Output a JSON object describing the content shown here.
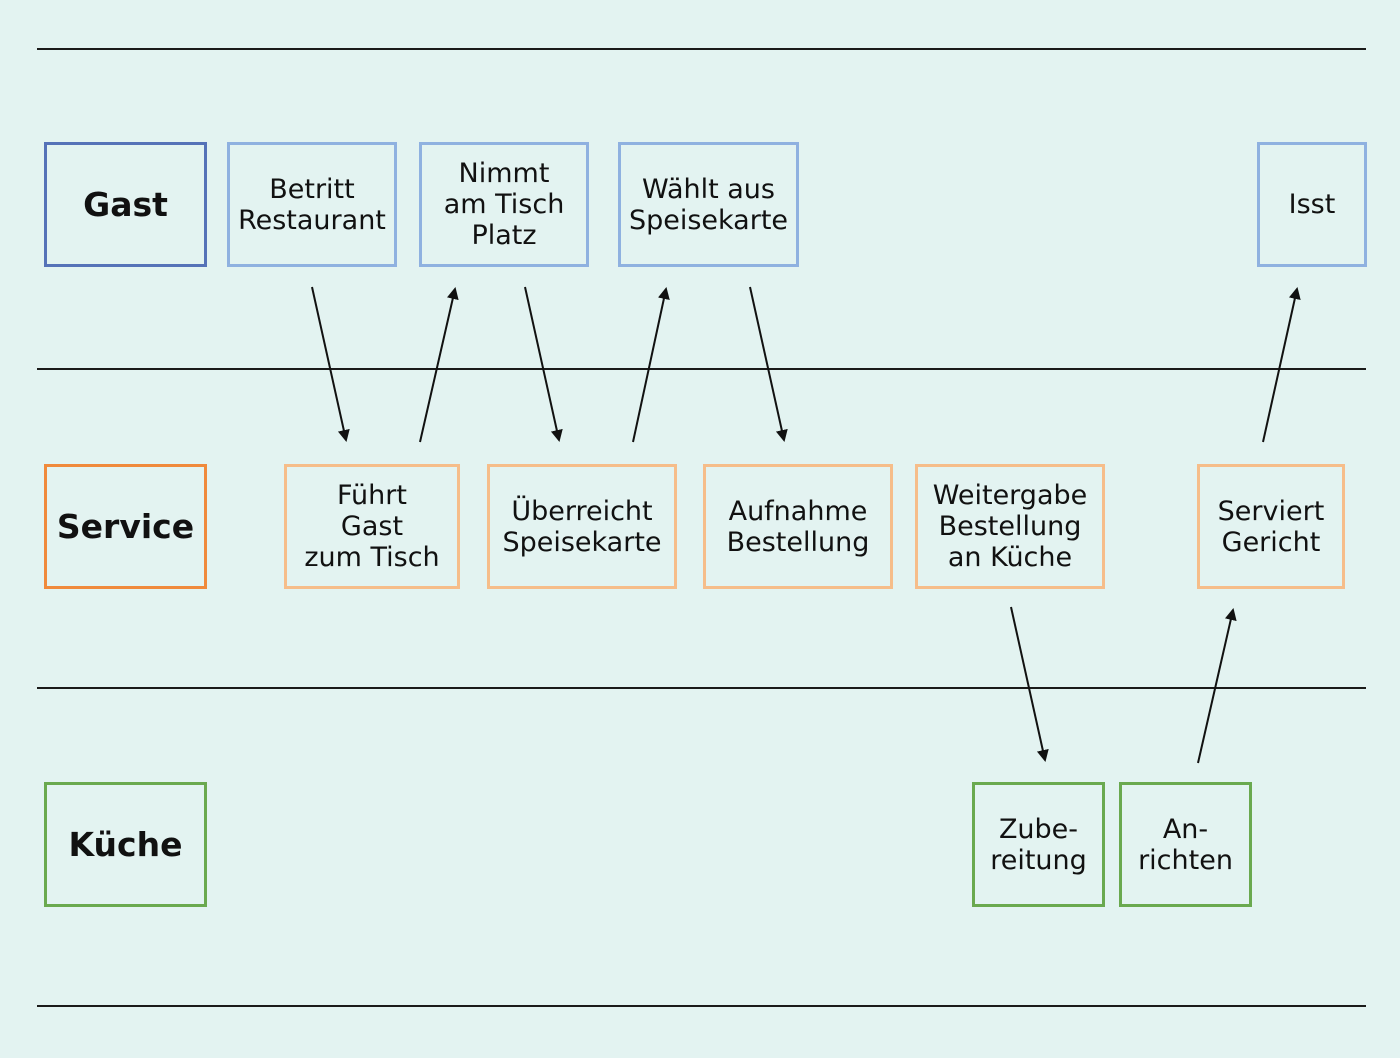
{
  "lanes": [
    {
      "label": "Gast"
    },
    {
      "label": "Service"
    },
    {
      "label": "Küche"
    }
  ],
  "steps": {
    "betritt": "Betritt\nRestaurant",
    "nimmt_platz": "Nimmt\nam Tisch\nPlatz",
    "waehlt": "Wählt aus\nSpeisekarte",
    "isst": "Isst",
    "fuehrt": "Führt\nGast\nzum Tisch",
    "ueberreicht": "Überreicht\nSpeisekarte",
    "aufnahme": "Aufnahme\nBestellung",
    "weitergabe": "Weitergabe\nBestellung\nan Küche",
    "serviert": "Serviert\nGericht",
    "zubereitung": "Zube-\nreitung",
    "anrichten": "An-\nrichten"
  },
  "colors": {
    "gast_head": "#5572b8",
    "gast": "#8fb1e0",
    "service_head": "#f08a3c",
    "service": "#f6bd8a",
    "kueche": "#6aa94f",
    "background": "#e3f3f1"
  }
}
